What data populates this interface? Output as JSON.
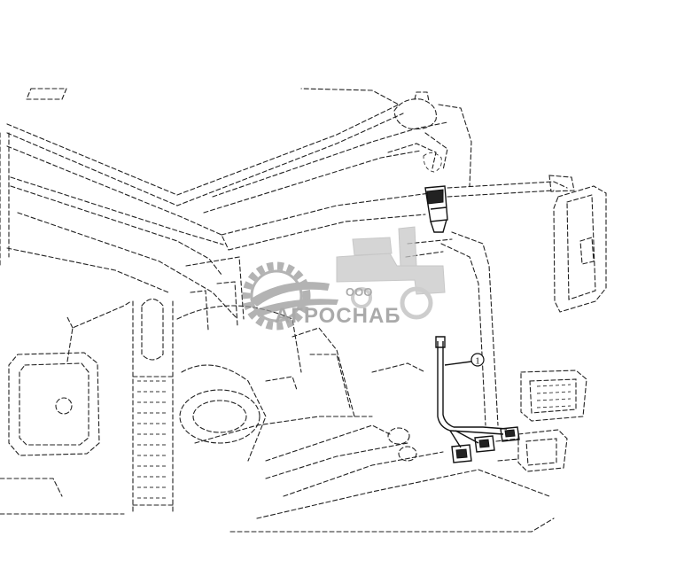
{
  "callouts": [
    {
      "id": "callout-1",
      "label": "1"
    }
  ],
  "watermark": {
    "company_form": "ООО",
    "company_name": "АГРОСНАБ",
    "gear_icon": "gear-icon",
    "color": "#9a9a9a"
  }
}
